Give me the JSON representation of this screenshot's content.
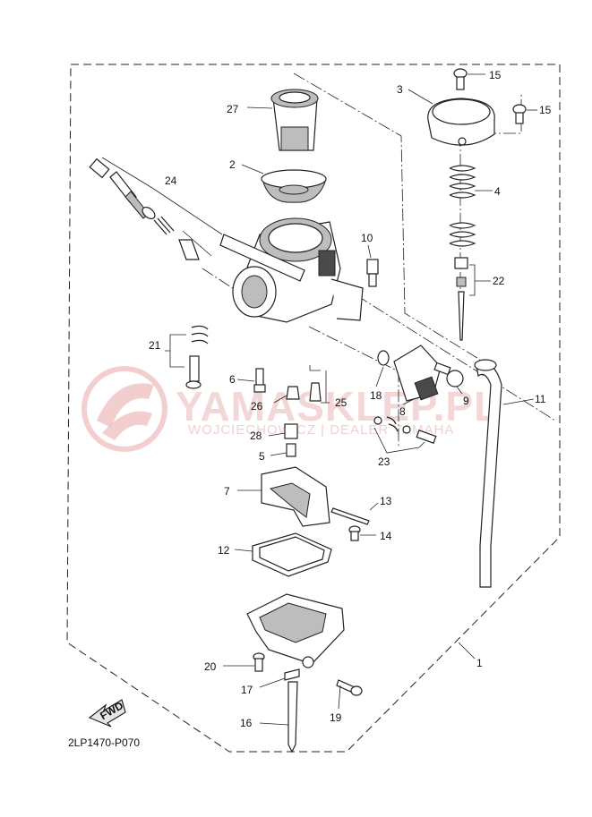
{
  "diagram_code": "2LP1470-P070",
  "fwd_label": "FWD",
  "watermark": {
    "brand": "YAMASKLEP.PL",
    "subtitle": "WOJCIECHOWICZ | DEALER YAMAHA"
  },
  "callouts": [
    {
      "id": "c1",
      "label": "1"
    },
    {
      "id": "c2",
      "label": "2"
    },
    {
      "id": "c3",
      "label": "3"
    },
    {
      "id": "c4",
      "label": "4"
    },
    {
      "id": "c5",
      "label": "5"
    },
    {
      "id": "c6",
      "label": "6"
    },
    {
      "id": "c7",
      "label": "7"
    },
    {
      "id": "c8",
      "label": "8"
    },
    {
      "id": "c9",
      "label": "9"
    },
    {
      "id": "c10",
      "label": "10"
    },
    {
      "id": "c11",
      "label": "11"
    },
    {
      "id": "c12",
      "label": "12"
    },
    {
      "id": "c13",
      "label": "13"
    },
    {
      "id": "c14",
      "label": "14"
    },
    {
      "id": "c15a",
      "label": "15"
    },
    {
      "id": "c15b",
      "label": "15"
    },
    {
      "id": "c16",
      "label": "16"
    },
    {
      "id": "c17",
      "label": "17"
    },
    {
      "id": "c18",
      "label": "18"
    },
    {
      "id": "c19",
      "label": "19"
    },
    {
      "id": "c20",
      "label": "20"
    },
    {
      "id": "c21",
      "label": "21"
    },
    {
      "id": "c22",
      "label": "22"
    },
    {
      "id": "c23",
      "label": "23"
    },
    {
      "id": "c24",
      "label": "24"
    },
    {
      "id": "c25",
      "label": "25"
    },
    {
      "id": "c26",
      "label": "26"
    },
    {
      "id": "c27",
      "label": "27"
    },
    {
      "id": "c28",
      "label": "28"
    }
  ]
}
